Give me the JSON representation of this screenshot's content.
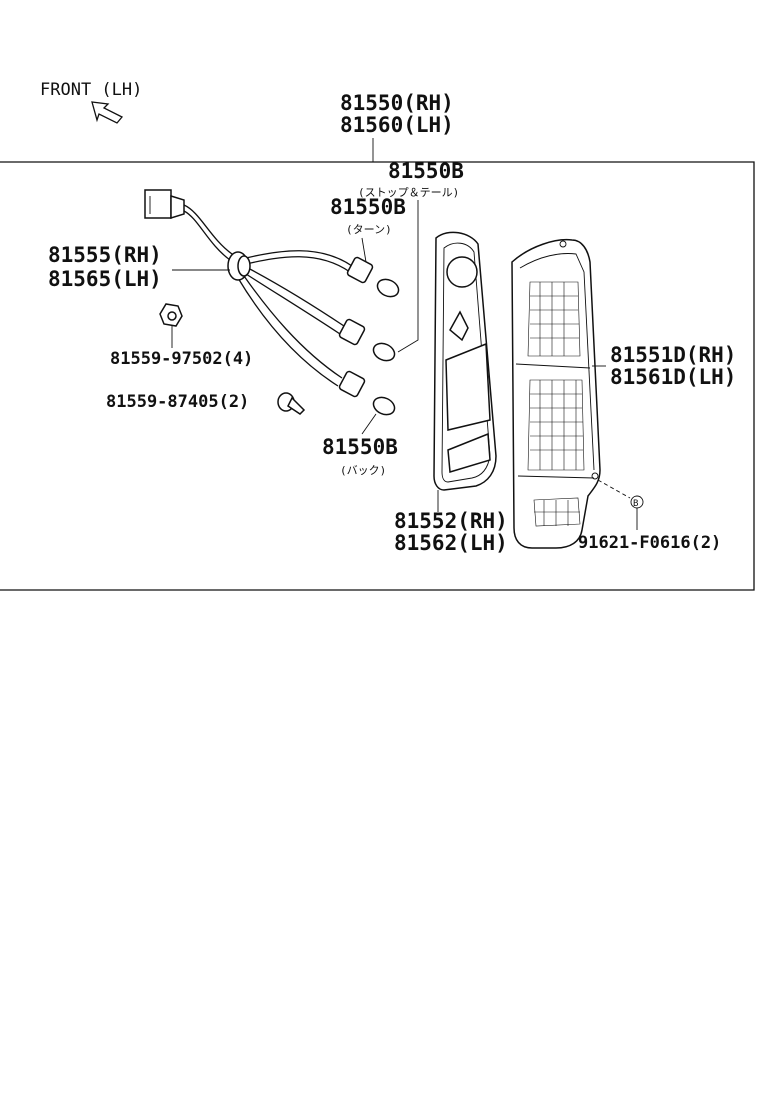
{
  "orientation": {
    "label": "FRONT (LH)",
    "arrow_icon": "front-arrow-icon"
  },
  "callouts": {
    "assembly_rh": "81550(RH)",
    "assembly_lh": "81560(LH)",
    "bulb_stop_tail": "81550B",
    "bulb_stop_tail_note": "(ストップ＆テール)",
    "bulb_turn": "81550B",
    "bulb_turn_note": "(ターン)",
    "socket_rh": "81555(RH)",
    "socket_lh": "81565(LH)",
    "clip": "81559-97502(4)",
    "screw": "81559-87405(2)",
    "bulb_back": "81550B",
    "bulb_back_note": "(バック)",
    "gasket_rh": "81552(RH)",
    "gasket_lh": "81562(LH)",
    "lens_rh": "81551D(RH)",
    "lens_lh": "81561D(LH)",
    "bolt": "91621-F0616(2)",
    "bolt_marker": "B"
  },
  "colors": {
    "ink": "#111111",
    "background": "#ffffff"
  }
}
